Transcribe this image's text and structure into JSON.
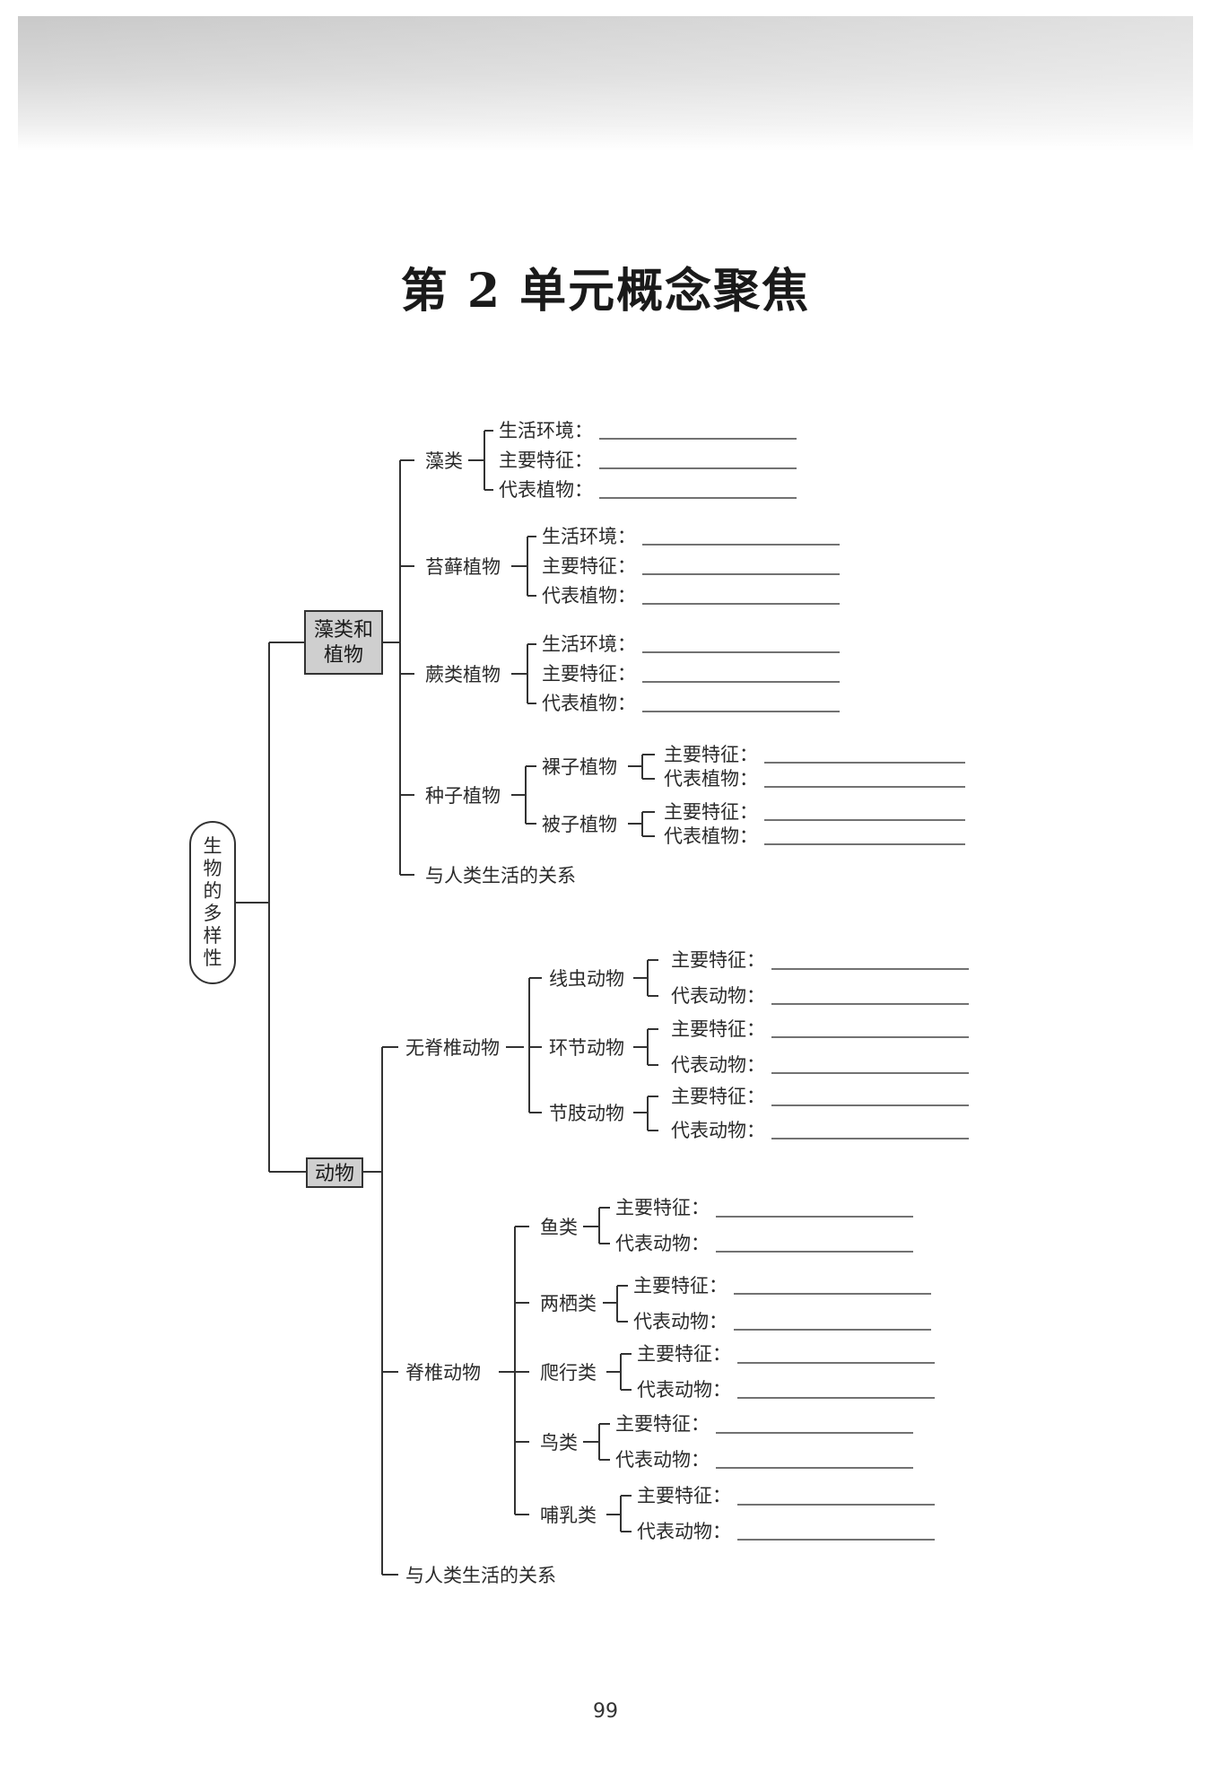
{
  "title": "第 2 单元概念聚焦",
  "root": [
    "生",
    "物",
    "的",
    "多",
    "样",
    "性"
  ],
  "plants": {
    "label_line1": "藻类和",
    "label_line2": "植物",
    "algae": {
      "name": "藻类",
      "f1": "生活环境：",
      "f2": "主要特征：",
      "f3": "代表植物："
    },
    "moss": {
      "name": "苔藓植物",
      "f1": "生活环境：",
      "f2": "主要特征：",
      "f3": "代表植物："
    },
    "fern": {
      "name": "蕨类植物",
      "f1": "生活环境：",
      "f2": "主要特征：",
      "f3": "代表植物："
    },
    "seed": {
      "name": "种子植物",
      "gymno": {
        "name": "裸子植物",
        "f1": "主要特征：",
        "f2": "代表植物："
      },
      "angio": {
        "name": "被子植物",
        "f1": "主要特征：",
        "f2": "代表植物："
      }
    },
    "relation": "与人类生活的关系"
  },
  "animals": {
    "label": "动物",
    "invert": {
      "name": "无脊椎动物",
      "nematode": {
        "name": "线虫动物",
        "f1": "主要特征：",
        "f2": "代表动物："
      },
      "annelid": {
        "name": "环节动物",
        "f1": "主要特征：",
        "f2": "代表动物："
      },
      "arthropod": {
        "name": "节肢动物",
        "f1": "主要特征：",
        "f2": "代表动物："
      }
    },
    "vert": {
      "name": "脊椎动物",
      "fish": {
        "name": "鱼类",
        "f1": "主要特征：",
        "f2": "代表动物："
      },
      "amphibian": {
        "name": "两栖类",
        "f1": "主要特征：",
        "f2": "代表动物："
      },
      "reptile": {
        "name": "爬行类",
        "f1": "主要特征：",
        "f2": "代表动物："
      },
      "bird": {
        "name": "鸟类",
        "f1": "主要特征：",
        "f2": "代表动物："
      },
      "mammal": {
        "name": "哺乳类",
        "f1": "主要特征：",
        "f2": "代表动物："
      }
    },
    "relation": "与人类生活的关系"
  },
  "page_number": "99"
}
